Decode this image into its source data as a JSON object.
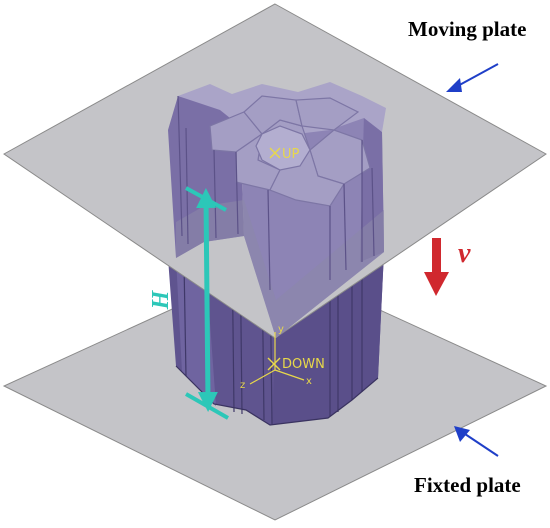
{
  "labels": {
    "moving_plate": "Moving plate",
    "fixed_plate": "Fixted plate",
    "velocity": "v",
    "height": "H",
    "up_marker": "UP",
    "down_marker": "DOWN",
    "axis_x": "x",
    "axis_y": "y",
    "axis_z": "z"
  },
  "colors": {
    "plate_fill": "#c4c4c8",
    "plate_stroke": "#8a8a8a",
    "tube_dark": "#5f548f",
    "tube_mid": "#7a6fa6",
    "tube_light": "#9a93bd",
    "tube_top": "#9e98bf",
    "overlap_tint": "#8d88a8",
    "height_arrow": "#2cc7b8",
    "velocity_arrow": "#d0282e",
    "pointer_arrow": "#1f3fc8",
    "marker_yellow": "#e8d84a",
    "text": "#000000"
  },
  "icons": {
    "velocity": "arrow-down-icon",
    "pointer": "arrow-icon",
    "coordinate_system": "axes-icon"
  }
}
